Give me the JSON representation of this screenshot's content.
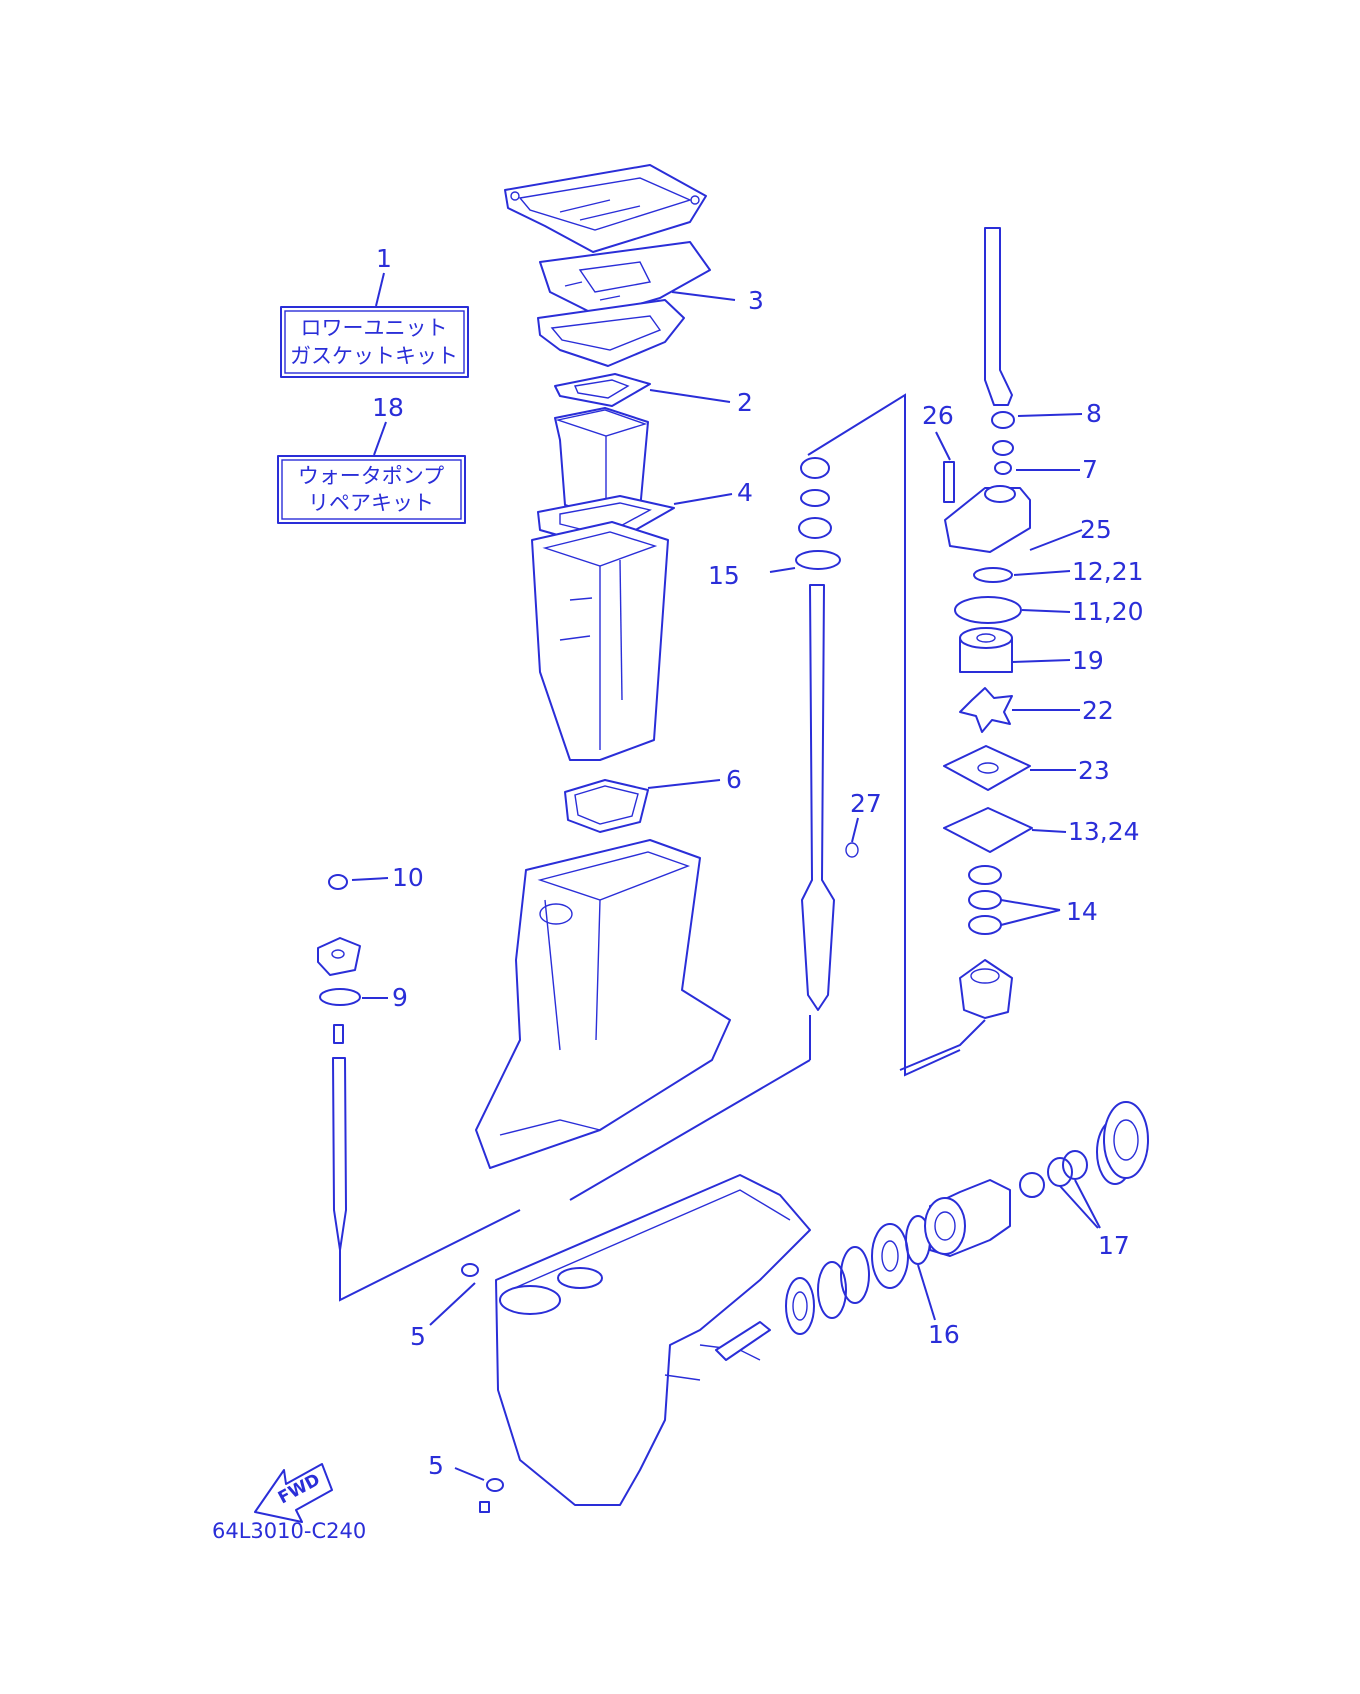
{
  "colors": {
    "ink": "#2a2ed8",
    "paper": "#ffffff"
  },
  "kits": [
    {
      "id": "1",
      "lines": [
        "ロワーユニット",
        "ガスケットキット"
      ]
    },
    {
      "id": "18",
      "lines": [
        "ウォータポンプ",
        "リペアキット"
      ]
    }
  ],
  "callouts": {
    "c3": "3",
    "c2": "2",
    "c4": "4",
    "c6": "6",
    "c15": "15",
    "c26": "26",
    "c8": "8",
    "c7": "7",
    "c25": "25",
    "c12_21": "12,21",
    "c11_20": "11,20",
    "c19": "19",
    "c22": "22",
    "c23": "23",
    "c13_24": "13,24",
    "c27": "27",
    "c14": "14",
    "c10": "10",
    "c9": "9",
    "c5_upper": "5",
    "c5_lower": "5",
    "c16": "16",
    "c17": "17"
  },
  "arrow": {
    "label": "FWD"
  },
  "diagram_code": "64L3010-C240"
}
